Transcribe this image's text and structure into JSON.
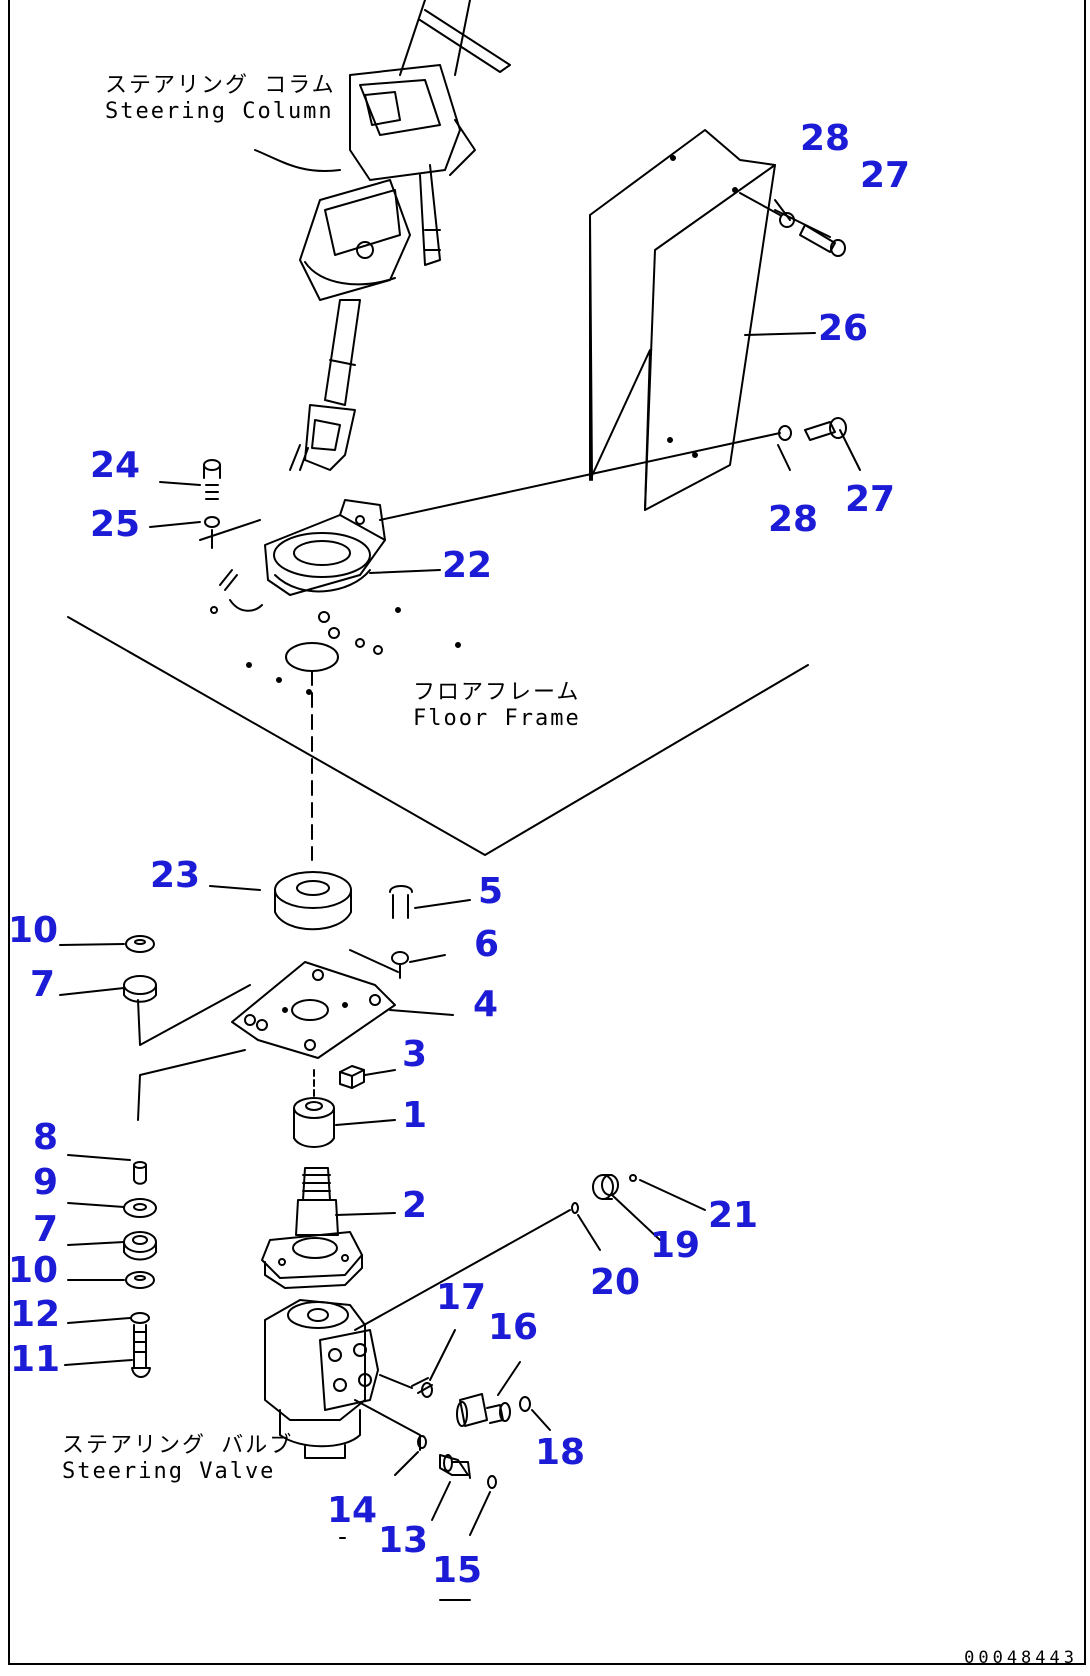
{
  "labels": {
    "steering_column": {
      "jp": "ステアリング コラム",
      "en": "Steering Column"
    },
    "floor_frame": {
      "jp": "フロアフレーム",
      "en": "Floor Frame"
    },
    "steering_valve": {
      "jp": "ステアリング バルブ",
      "en": "Steering Valve"
    }
  },
  "callouts": {
    "p1": "1",
    "p2": "2",
    "p3": "3",
    "p4": "4",
    "p5": "5",
    "p6": "6",
    "p7a": "7",
    "p7b": "7",
    "p8": "8",
    "p9": "9",
    "p10a": "10",
    "p10b": "10",
    "p11": "11",
    "p12": "12",
    "p13": "13",
    "p14": "14",
    "p15": "15",
    "p16": "16",
    "p17": "17",
    "p18": "18",
    "p19": "19",
    "p20": "20",
    "p21": "21",
    "p22": "22",
    "p23": "23",
    "p24": "24",
    "p25": "25",
    "p26": "26",
    "p27a": "27",
    "p27b": "27",
    "p28a": "28",
    "p28b": "28"
  },
  "drawing_number": "00048443",
  "colors": {
    "callout": "#1c1cd6",
    "line": "#000000"
  }
}
